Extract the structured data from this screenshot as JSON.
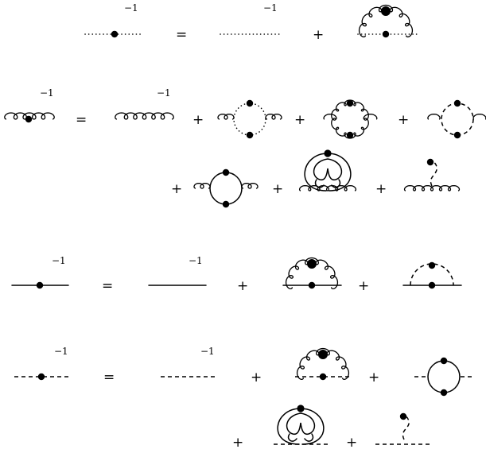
{
  "symbols": {
    "equals": "=",
    "plus": "+",
    "inverse": "−1"
  },
  "equations": [
    {
      "name": "ghost-self-energy-equation",
      "terms": 2
    },
    {
      "name": "gluon-self-energy-equation",
      "terms": 7
    },
    {
      "name": "quark-self-energy-equation",
      "terms": 3
    },
    {
      "name": "scalar-self-energy-equation",
      "terms": 5
    }
  ],
  "line_styles": {
    "ghost": "dotted",
    "gluon": "curly",
    "quark": "solid",
    "scalar": "dashed"
  },
  "colors": {
    "ink": "#000000",
    "background": "#ffffff"
  }
}
